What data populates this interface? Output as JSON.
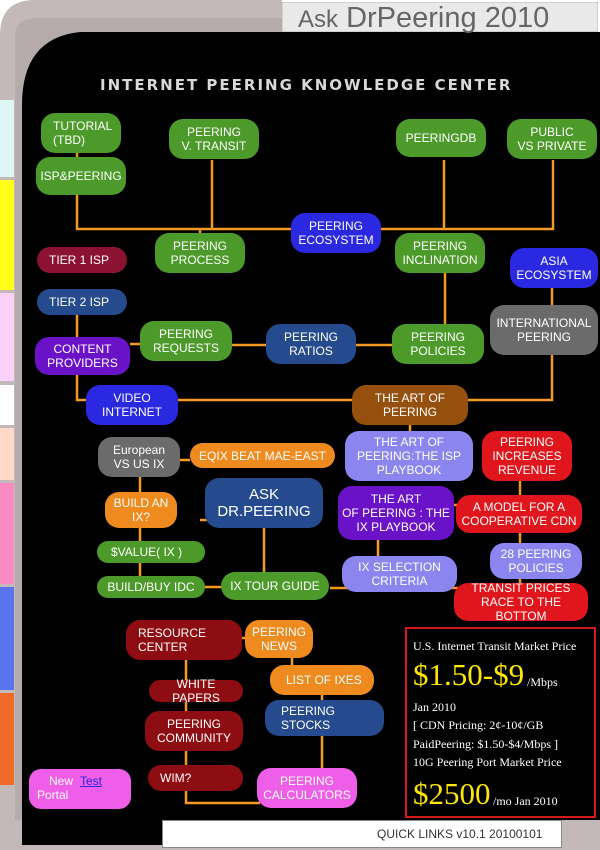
{
  "title": {
    "ask": "Ask",
    "rest": "DrPeering 2010"
  },
  "heading": "INTERNET PEERING KNOWLEDGE CENTER",
  "colors": {
    "background": "#000000",
    "lines": "#f39a1f",
    "title_box": "#e9e9e9"
  },
  "nodes": {
    "tutorial": "TUTORIAL\n(TBD)",
    "isp_peering": "ISP&PEERING",
    "peering_v_transit": "PEERING\nV. TRANSIT",
    "peeringdb": "PEERINGDB",
    "public_vs_private": "PUBLIC\nVS PRIVATE",
    "peering_ecosystem": "PEERING\nECOSYSTEM",
    "peering_process": "PEERING\nPROCESS",
    "peering_inclination": "PEERING\nINCLINATION",
    "asia_ecosystem": "ASIA\nECOSYSTEM",
    "tier1": "TIER 1 ISP",
    "tier2": "TIER 2 ISP",
    "international_peering": "INTERNATIONAL\nPEERING",
    "content_providers": "CONTENT\nPROVIDERS",
    "peering_requests": "PEERING\nREQUESTS",
    "peering_ratios": "PEERING\nRATIOS",
    "peering_policies": "PEERING\nPOLICIES",
    "video_internet": "VIDEO\nINTERNET",
    "art_of_peering": "THE ART OF\nPEERING",
    "european_vs_us_ix": "European\nVS US IX",
    "eqix_beat": "EQIX BEAT MAE-EAST",
    "art_isp_playbook": "THE ART OF\nPEERING:THE ISP\nPLAYBOOK",
    "peering_increases_revenue": "PEERING\nINCREASES\nREVENUE",
    "build_an_ix": "BUILD AN\nIX?",
    "ask_drpeering": "ASK\nDR.PEERING",
    "art_ix_playbook": "THE ART\nOF PEERING : THE\nIX PLAYBOOK",
    "cooperative_cdn": "A MODEL FOR A\nCOOPERATIVE CDN",
    "value_ix": "$VALUE( IX )",
    "peering_policies_28": "28 PEERING\nPOLICIES",
    "build_buy_idc": "BUILD/BUY IDC",
    "ix_tour_guide": "IX TOUR GUIDE",
    "ix_selection_criteria": "IX SELECTION\nCRITERIA",
    "transit_prices": "TRANSIT PRICES\nRACE TO THE BOTTOM",
    "resource_center": "RESOURCE\nCENTER",
    "peering_news": "PEERING\nNEWS",
    "white_papers": "WHITE PAPERS",
    "list_of_ixes": "LIST OF IXES",
    "peering_community": "PEERING\nCOMMUNITY",
    "peering_stocks": "PEERING\nSTOCKS",
    "wim": "WIM?",
    "peering_calculators": "PEERING\nCALCULATORS"
  },
  "new_test": {
    "new": "New",
    "test": "Test",
    "portal": "Portal"
  },
  "price_box": {
    "heading": "U.S. Internet Transit Market Price",
    "price1": "$1.50-$9",
    "price1_unit": "/Mbps",
    "date1": "Jan 2010",
    "cdn": "[ CDN Pricing: 2¢-10¢/GB",
    "paid": "PaidPeering: $1.50-$4/Mbps ]",
    "port": "10G Peering Port Market Price",
    "price2": "$2500",
    "price2_unit": "/mo Jan 2010"
  },
  "footer": "QUICK LINKS v10.1 20100101",
  "side_tabs": [
    "#dff6f6",
    "#ffff1a",
    "#ffffff",
    "#fbd1fb",
    "#ffffff",
    "#fdd9c9",
    "#fb89c2",
    "#5a74f0",
    "#f06a2a"
  ]
}
